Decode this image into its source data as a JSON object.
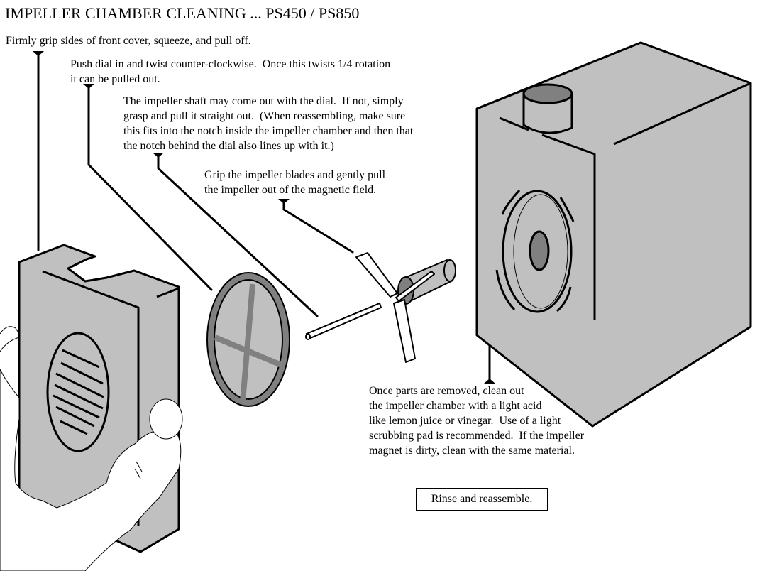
{
  "title": "IMPELLER CHAMBER CLEANING ... PS450 / PS850",
  "steps": [
    {
      "id": "front-cover",
      "text": "Firmly grip sides of front cover, squeeze, and pull off."
    },
    {
      "id": "dial",
      "text": "Push dial in and twist counter-clockwise.  Once this twists 1/4 rotation\nit can be pulled out."
    },
    {
      "id": "shaft",
      "text": "The impeller shaft may come out with the dial.  If not, simply\ngrasp and pull it straight out.  (When reassembling, make sure\nthis fits into the notch inside the impeller chamber and then that\nthe notch behind the dial also lines up with it.)"
    },
    {
      "id": "impeller",
      "text": "Grip the impeller blades and gently pull\nthe impeller out of the magnetic field."
    },
    {
      "id": "chamber",
      "text": "Once parts are removed, clean out\nthe impeller chamber with a light acid\nlike lemon juice or vinegar.  Use of a light\nscrubbing pad is recommended.  If the impeller\nmagnet is dirty, clean with the same material."
    }
  ],
  "final_step": "Rinse and reassemble.",
  "colors": {
    "part_fill": "#c0c0c0",
    "dark_fill": "#808080",
    "outline": "#000000",
    "background": "#ffffff"
  },
  "parts": [
    "front-cover",
    "dial",
    "impeller-shaft",
    "impeller",
    "pump-body"
  ]
}
